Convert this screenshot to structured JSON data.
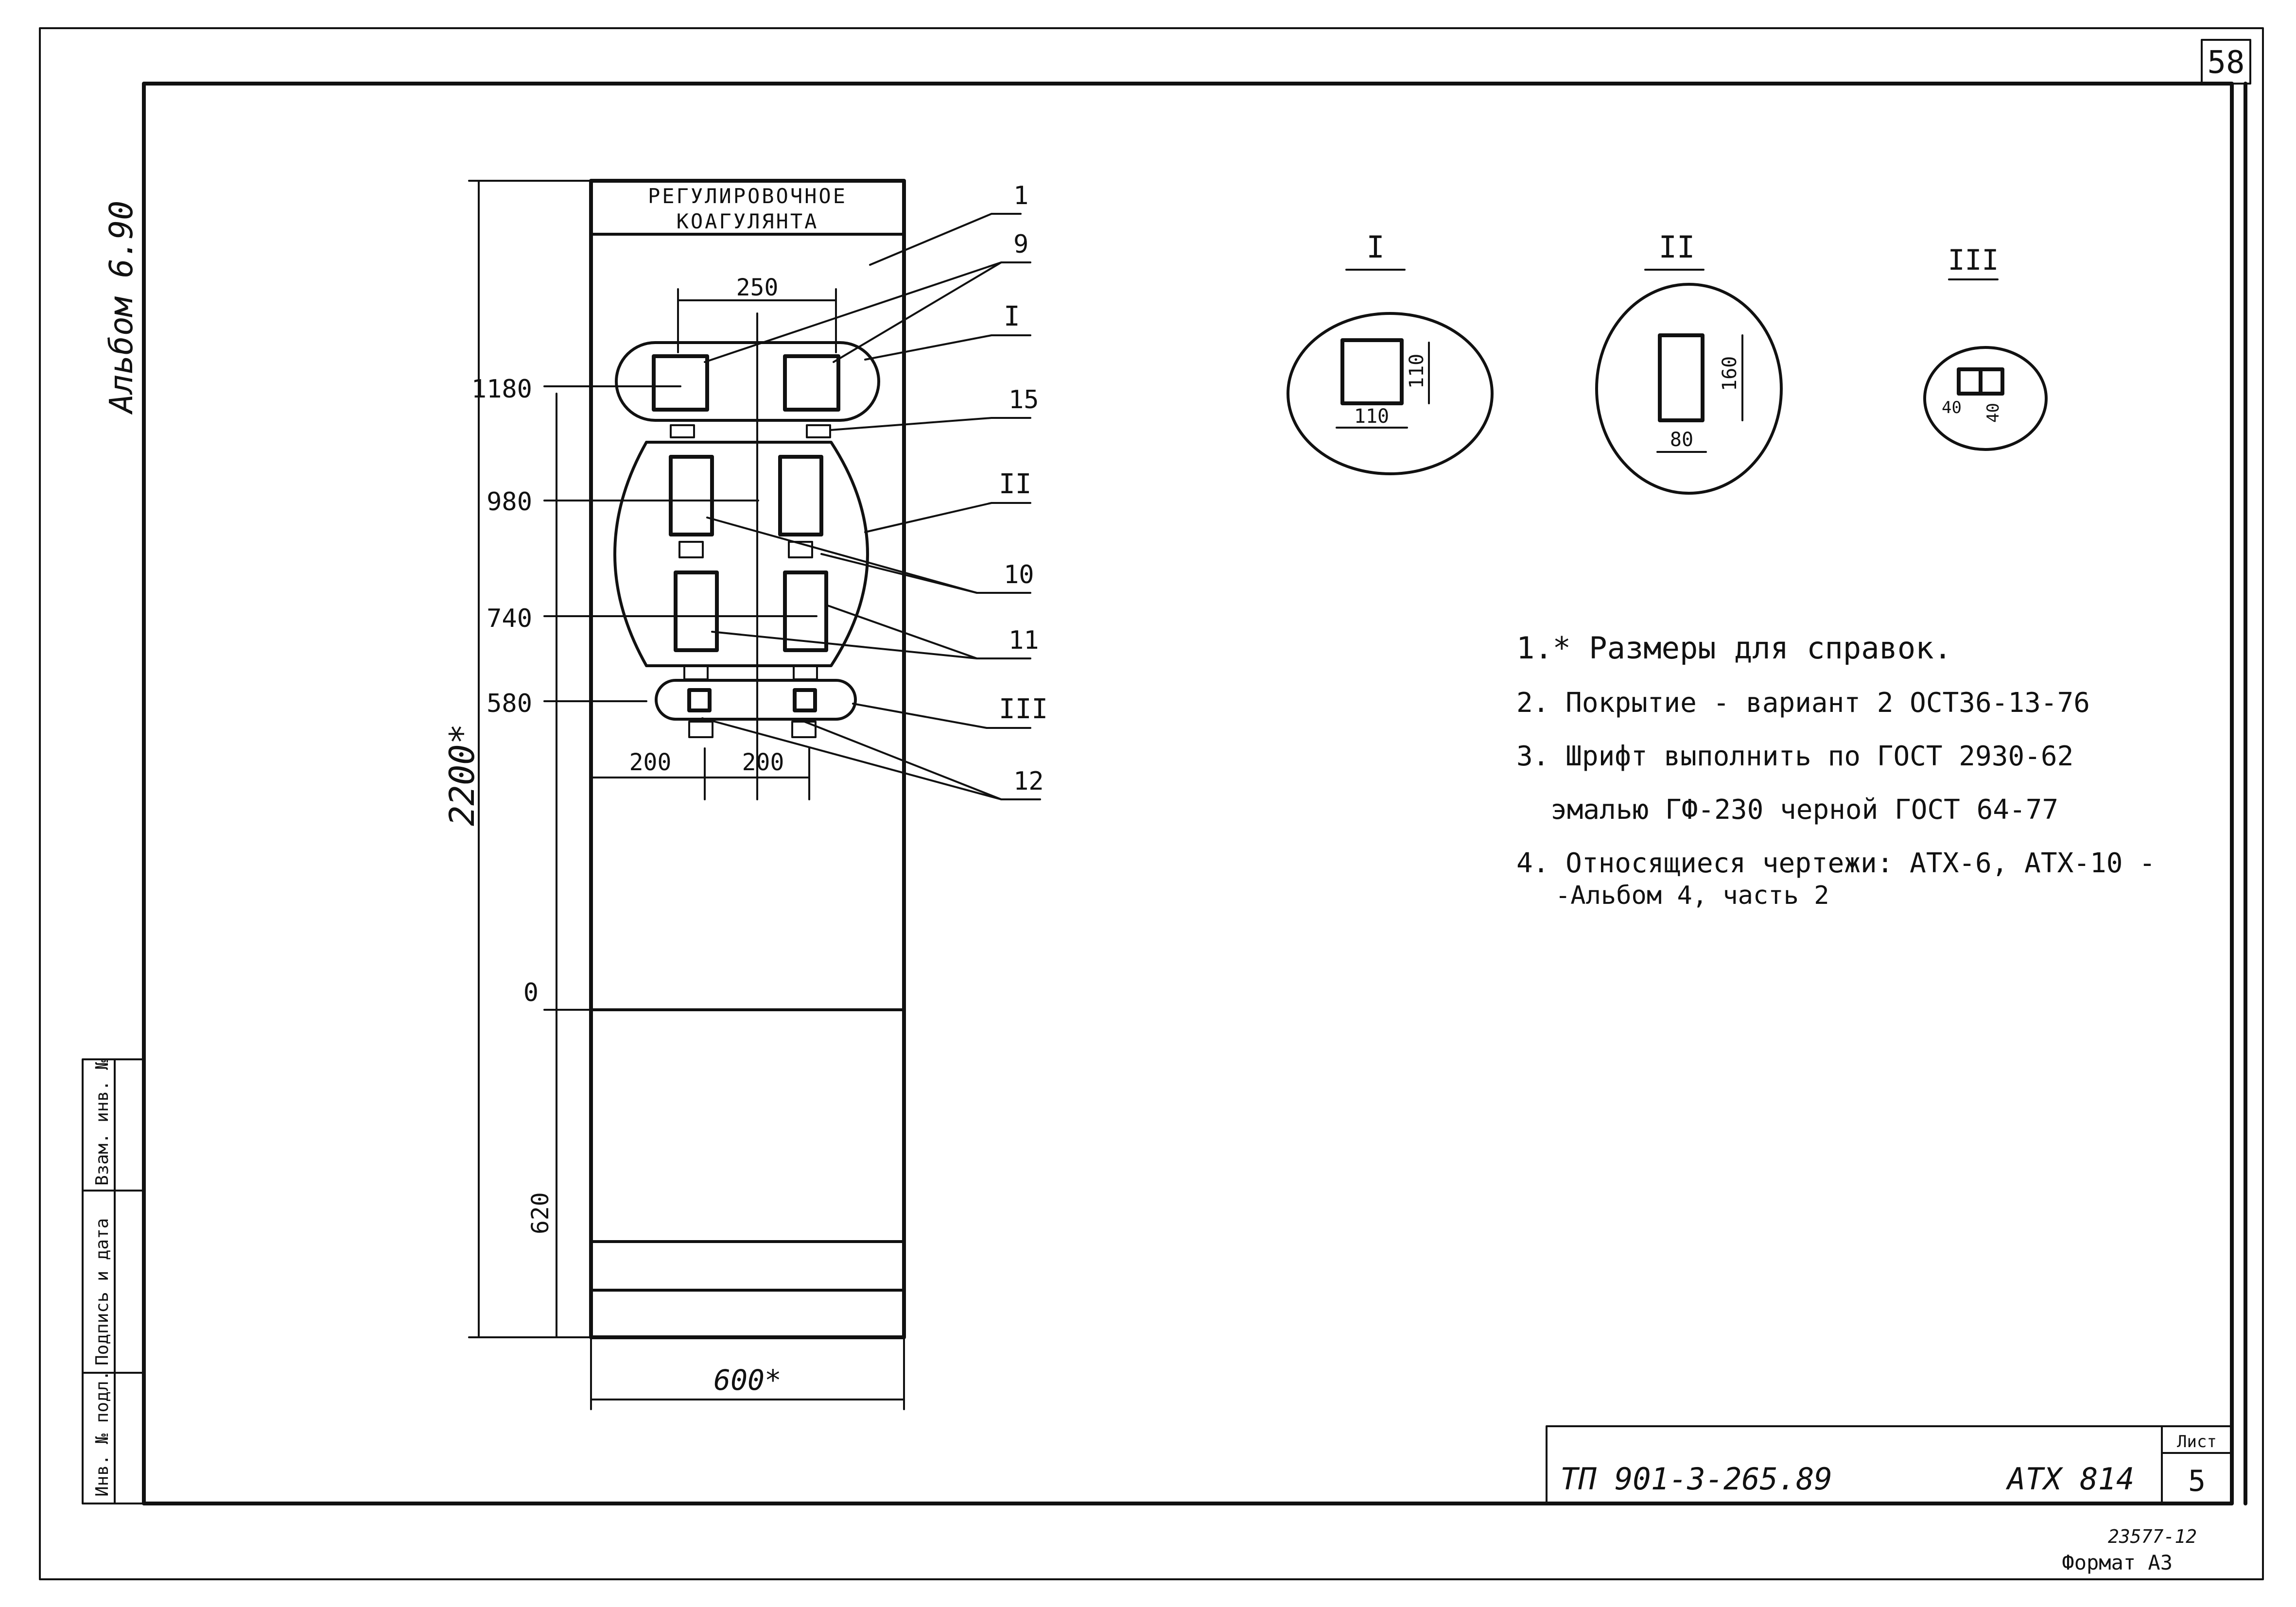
{
  "sheet": {
    "sheet_number": "58",
    "album_label": "Альбом 6.90",
    "doc_code": "ТП 901-3-265.89",
    "drawing_code": "АТХ 814",
    "list_label": "Лист",
    "list_number": "5",
    "stamp_code": "23577-12",
    "format_label": "Формат А3"
  },
  "side_stamp": {
    "cells": [
      "Инв. № подл.",
      "Подпись и дата",
      "Взам. инв. №"
    ]
  },
  "cabinet": {
    "title_line1": "РЕГУЛИРОВОЧНОЕ",
    "title_line2": "КОАГУЛЯНТА",
    "height_dim": "2200*",
    "width_dim": "600*",
    "spacing_top": "250",
    "spacing_left": "200",
    "spacing_right": "200",
    "levels": [
      "1180",
      "980",
      "740",
      "580",
      "0"
    ],
    "base_dim": "620"
  },
  "callouts": [
    "1",
    "9",
    "I",
    "15",
    "II",
    "10",
    "11",
    "III",
    "12"
  ],
  "details": [
    {
      "label": "I",
      "dim_w": "110",
      "dim_h": "110"
    },
    {
      "label": "II",
      "dim_w": "80",
      "dim_h": "160"
    },
    {
      "label": "III",
      "dim_w": "40",
      "dim_h": "40"
    }
  ],
  "notes": [
    "1.* Размеры для справок.",
    "2. Покрытие - вариант 2 ОСТ36-13-76",
    "3. Шрифт выполнить по ГОСТ 2930-62",
    "эмалью ГФ-230 черной ГОСТ 64-77",
    "4. Относящиеся чертежи: АТХ-6, АТХ-10 -",
    "-Альбом 4, часть 2"
  ]
}
